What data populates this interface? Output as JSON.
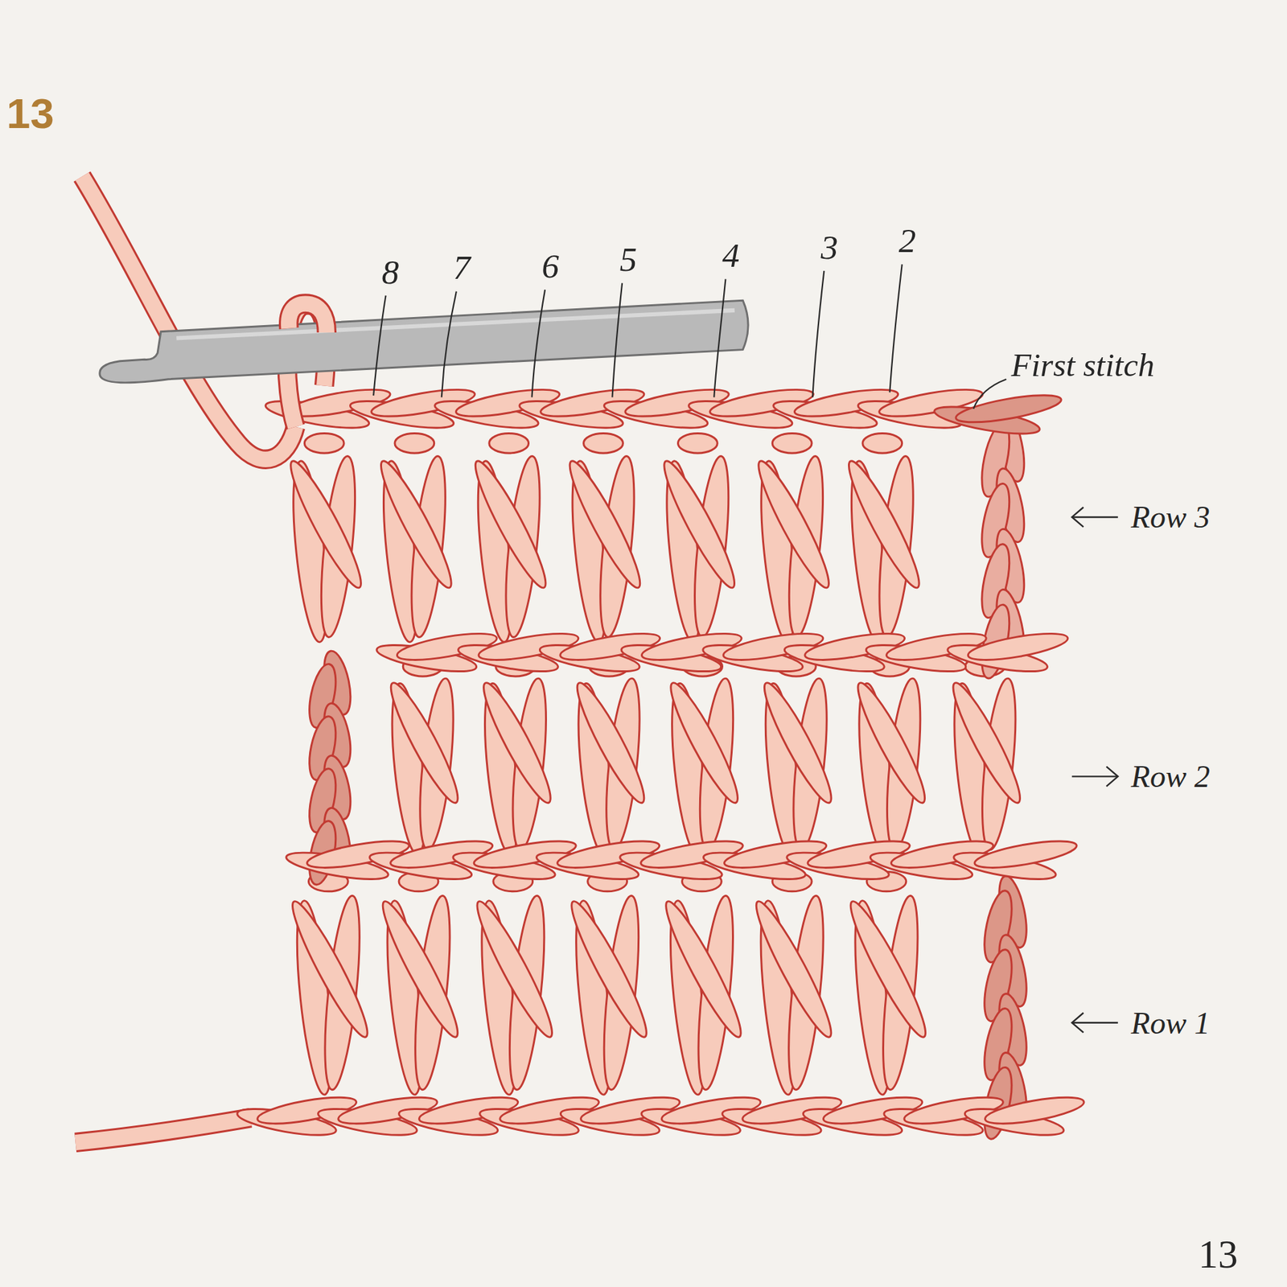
{
  "diagram": {
    "labels": [
      "13",
      "8",
      "7",
      "6",
      "5",
      "4",
      "3",
      "2",
      "First stitch",
      "Row 3",
      "Row 2",
      "Row 1",
      "13"
    ]
  }
}
